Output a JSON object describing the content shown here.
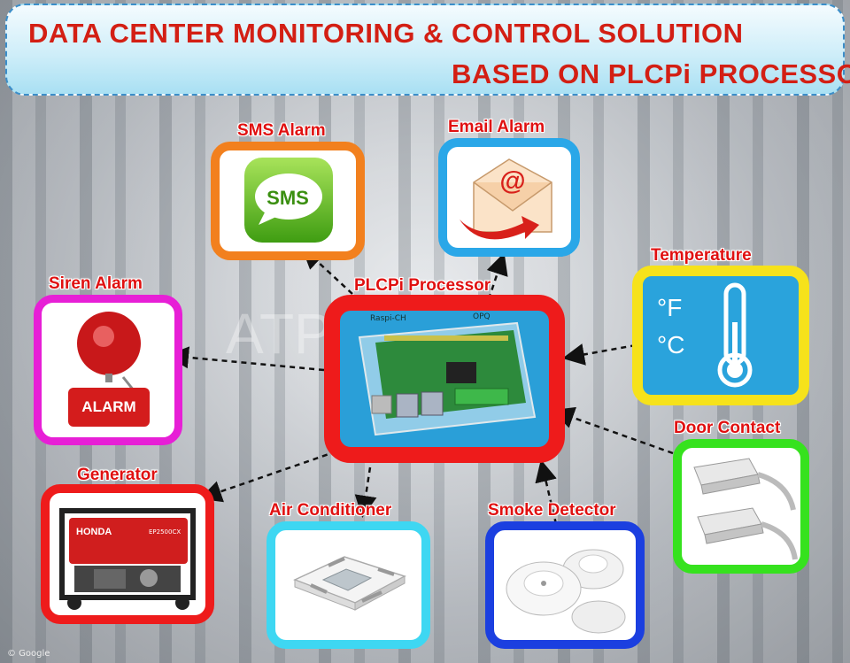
{
  "title": {
    "line1": "DATA CENTER MONITORING & CONTROL SOLUTION",
    "line2": "BASED ON PLCPi PROCESSOR"
  },
  "nodes": {
    "sms": {
      "label": "SMS Alarm",
      "icon_text": "SMS",
      "color": "#f2801e"
    },
    "email": {
      "label": "Email Alarm",
      "icon_text": "@",
      "color": "#2aa7e8"
    },
    "temperature": {
      "label": "Temperature",
      "units": [
        "°F",
        "°C"
      ],
      "color": "#f6e21b"
    },
    "siren": {
      "label": "Siren Alarm",
      "icon_text": "ALARM",
      "color": "#e71fd6"
    },
    "processor": {
      "label": "PLCPi Processor",
      "board_text": "Raspi-CH",
      "board_text2": "OPQ",
      "color": "#ee1b1b"
    },
    "door": {
      "label": "Door Contact",
      "color": "#36e21e"
    },
    "generator": {
      "label": "Generator",
      "brand": "HONDA",
      "model": "EP2500CX",
      "color": "#ee1b1b"
    },
    "aircon": {
      "label": "Air Conditioner",
      "color": "#3ed7f2"
    },
    "smoke": {
      "label": "Smoke Detector",
      "color": "#1b3fe0"
    }
  },
  "watermark": "ATP Corp",
  "credit": "© Google"
}
